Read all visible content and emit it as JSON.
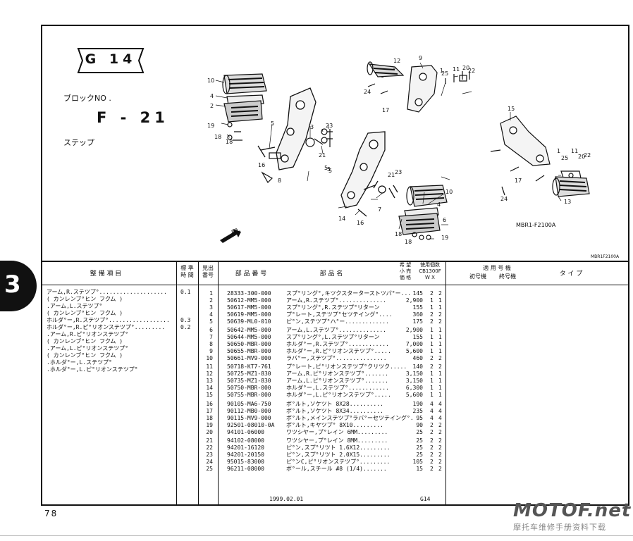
{
  "header": {
    "group": "G 14",
    "block_label": "ブロックNO .",
    "block_no": "F - 21",
    "section_name": "ステップ"
  },
  "diagram": {
    "callouts": [
      "1",
      "2",
      "3",
      "4",
      "5",
      "6",
      "7",
      "8",
      "9",
      "10",
      "11",
      "12",
      "13",
      "14",
      "15",
      "16",
      "17",
      "18",
      "19",
      "20",
      "21",
      "22",
      "23",
      "24",
      "25"
    ],
    "code": "MBR1-F2100A",
    "code_small": "MBR1F2100A",
    "arrow_label": "FR."
  },
  "table": {
    "headers": {
      "item": "整 備 項 目",
      "std_time": "標 準\n時 間",
      "ref_no": "見出\n番号",
      "part_no": "部 品 番 号",
      "part_name": "部 品 名",
      "price": "希 望\n小 売\n価 格",
      "usage": "使用個数\nCB1300F\nW X",
      "applicable": "適 用 号 機",
      "first_serial": "初号機",
      "last_serial": "終号機",
      "type": "タ イ プ"
    },
    "service_items": [
      {
        "name": "アーム,R.ステツプ°....................",
        "time": "0.1"
      },
      {
        "name": "( カンレンブ°ヒン フクム )",
        "time": ""
      },
      {
        "name": ".アーム,L.ステツプ°",
        "time": ""
      },
      {
        "name": "( カンレンブ°ヒン フクム )",
        "time": ""
      },
      {
        "name": "ホルダ°ー,R.ステツプ°..................",
        "time": "0.3"
      },
      {
        "name": "ホルダ°ー,R.ピ°リオンステツプ°.........",
        "time": "0.2"
      },
      {
        "name": ".アーム,R.ピ°リオンステツプ°",
        "time": ""
      },
      {
        "name": "( カンレンブ°ヒン フクム )",
        "time": ""
      },
      {
        "name": ".アーム,L.ピ°リオンステツプ°",
        "time": ""
      },
      {
        "name": "( カンレンブ°ヒン フクム )",
        "time": ""
      },
      {
        "name": ".ホルダ°ー,L.ステツプ°",
        "time": ""
      },
      {
        "name": ".ホルダ°ー,L.ピ°リオンステツプ°",
        "time": ""
      }
    ],
    "groups": [
      [
        {
          "ref": "1",
          "part": "28333-300-000",
          "name": "スプ°リング°,キツクスターターストツパ°ー...",
          "price": "145",
          "w": "2",
          "x": "2"
        },
        {
          "ref": "2",
          "part": "50612-MM5-000",
          "name": "アーム,R.ステツプ°..............",
          "price": "2,900",
          "w": "1",
          "x": "1"
        },
        {
          "ref": "3",
          "part": "50617-MM5-000",
          "name": "スプ°リング°,R.ステツプ°リターン",
          "price": "155",
          "w": "1",
          "x": "1"
        },
        {
          "ref": "4",
          "part": "50619-MM5-000",
          "name": "プ°レート,ステツプ°セツテイング°....",
          "price": "360",
          "w": "2",
          "x": "2"
        },
        {
          "ref": "5",
          "part": "50639-ML0-010",
          "name": "ピ°ン,ステツプ°ハ°ー.............",
          "price": "175",
          "w": "2",
          "x": "2"
        }
      ],
      [
        {
          "ref": "6",
          "part": "50642-MM5-000",
          "name": "アーム,L.ステツプ°..............",
          "price": "2,900",
          "w": "1",
          "x": "1"
        },
        {
          "ref": "7",
          "part": "50644-MM5-000",
          "name": "スプ°リング°,L.ステツプ°リターン",
          "price": "155",
          "w": "1",
          "x": "1"
        },
        {
          "ref": "8",
          "part": "50650-MBR-000",
          "name": "ホルダ°ー,R.ステツプ°............",
          "price": "7,000",
          "w": "1",
          "x": "1"
        },
        {
          "ref": "9",
          "part": "50655-MBR-000",
          "name": "ホルダ°ー,R.ピ°リオンステツプ°.....",
          "price": "5,600",
          "w": "1",
          "x": "1"
        },
        {
          "ref": "10",
          "part": "50661-MV9-000",
          "name": "ラバ°ー,ステツプ°...............",
          "price": "460",
          "w": "2",
          "x": "2"
        }
      ],
      [
        {
          "ref": "11",
          "part": "50718-KT7-761",
          "name": "プ°レート,ピ°リオンステツプ°クリツク.....",
          "price": "140",
          "w": "2",
          "x": "2"
        },
        {
          "ref": "12",
          "part": "50725-MZ1-830",
          "name": "アーム,R.ピ°リオンステツプ°.......",
          "price": "3,150",
          "w": "1",
          "x": "1"
        },
        {
          "ref": "13",
          "part": "50735-MZ1-830",
          "name": "アーム,L.ピ°リオンステツプ°.......",
          "price": "3,150",
          "w": "1",
          "x": "1"
        },
        {
          "ref": "14",
          "part": "50750-MBR-000",
          "name": "ホルダ°ー,L.ステツプ°............",
          "price": "6,300",
          "w": "1",
          "x": "1"
        },
        {
          "ref": "15",
          "part": "50755-MBR-000",
          "name": "ホルダ°ー,L.ピ°リオンステツプ°.....",
          "price": "5,600",
          "w": "1",
          "x": "1"
        }
      ],
      [
        {
          "ref": "16",
          "part": "90105-MA6-750",
          "name": "ボ°ルト,ソケツト 8X28..........",
          "price": "190",
          "w": "4",
          "x": "4"
        },
        {
          "ref": "17",
          "part": "90112-MB0-000",
          "name": "ボ°ルト,ソケツト 8X34..........",
          "price": "235",
          "w": "4",
          "x": "4"
        },
        {
          "ref": "18",
          "part": "90115-MV9-000",
          "name": "ボ°ルト,メインステツプ°ラバ°ーセツテイング°.",
          "price": "95",
          "w": "4",
          "x": "4"
        },
        {
          "ref": "19",
          "part": "92501-08010-0A",
          "name": "ボ°ルト,キヤツプ° 8X10.........",
          "price": "90",
          "w": "2",
          "x": "2"
        },
        {
          "ref": "20",
          "part": "94101-06000",
          "name": "ワツシヤー,プ°レイン 6MM.........",
          "price": "25",
          "w": "2",
          "x": "2"
        }
      ],
      [
        {
          "ref": "21",
          "part": "94102-08000",
          "name": "ワツシヤー,プ°レイン 8MM.........",
          "price": "25",
          "w": "2",
          "x": "2"
        },
        {
          "ref": "22",
          "part": "94201-16120",
          "name": "ピ°ン,スプ°リツト 1.6X12.........",
          "price": "25",
          "w": "2",
          "x": "2"
        },
        {
          "ref": "23",
          "part": "94201-20150",
          "name": "ピ°ン,スプ°リツト 2.0X15.........",
          "price": "25",
          "w": "2",
          "x": "2"
        },
        {
          "ref": "24",
          "part": "95015-83000",
          "name": "ピ°ンC,ピ°リオンステツプ°.........",
          "price": "105",
          "w": "2",
          "x": "2"
        },
        {
          "ref": "25",
          "part": "96211-08000",
          "name": "ボ°ール,スチール #8 (1/4).......",
          "price": "15",
          "w": "2",
          "x": "2"
        }
      ]
    ],
    "footer_date": "1999.02.01",
    "footer_code": "G14"
  },
  "side_tab": "3",
  "page_number": "78",
  "watermark": {
    "main": "MOTOF.net",
    "sub": "摩托车维修手册资料下载"
  }
}
